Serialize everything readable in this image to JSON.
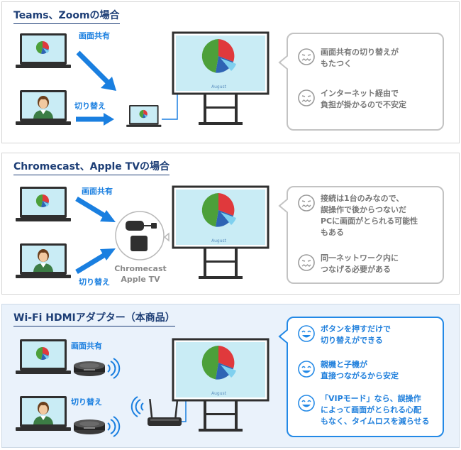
{
  "sections": [
    {
      "title": "Teams、Zoomの場合",
      "label_share": "画面共有",
      "label_switch": "切り替え",
      "notes": [
        "画面共有の切り替えが\nもたつく",
        "インターネット経由で\n負担が掛かるので不安定"
      ]
    },
    {
      "title": "Chromecast、Apple TVの場合",
      "label_share": "画面共有",
      "label_switch": "切り替え",
      "device_label": "Chromecast\nApple TV",
      "notes": [
        "接続は1台のみなので、\n誤操作で後からつないだ\nPCに画面がとられる可能性\nもある",
        "同一ネットワーク内に\nつなげる必要がある"
      ]
    },
    {
      "title": "Wi-Fi HDMIアダプター（本商品）",
      "label_share": "画面共有",
      "label_switch": "切り替え",
      "notes": [
        "ボタンを押すだけで\n切り替えができる",
        "親機と子機が\n直接つながるから安定",
        "「VIPモード」なら、誤操作\nによって画面がとられる心配\nもなく、タイムロスを減らせる"
      ]
    }
  ],
  "screen_caption": "August",
  "colors": {
    "title": "#1d3e76",
    "accent_blue": "#1a7fe0",
    "bad_gray": "#8a8a8a",
    "pie_red": "#e0393c",
    "pie_blue": "#2f64b4",
    "pie_green": "#4ca03a",
    "pie_cyan": "#7fd0ef"
  },
  "icons": [
    "laptop-icon",
    "pie-chart-icon",
    "person-icon",
    "display-stand-icon",
    "arrow-icon",
    "worried-face-icon",
    "smile-face-icon",
    "hdmi-dongle-icon",
    "apple-tv-icon",
    "wifi-signal-icon",
    "router-icon"
  ]
}
